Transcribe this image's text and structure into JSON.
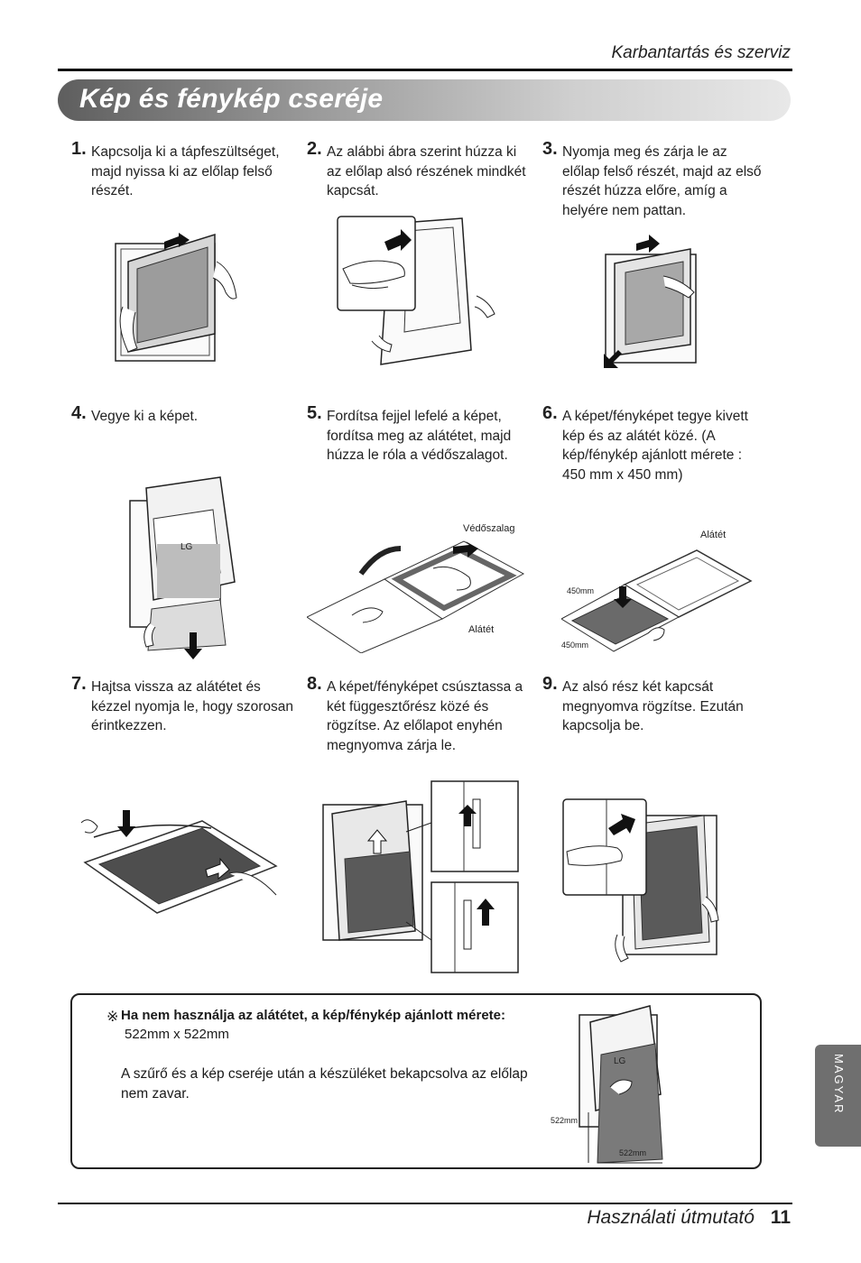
{
  "header": {
    "section": "Karbantartás és szerviz"
  },
  "title": "Kép és fénykép cseréje",
  "steps": [
    {
      "num": "1",
      "text": "Kapcsolja ki a tápfeszültséget, majd nyissa ki az előlap felső részét."
    },
    {
      "num": "2",
      "text": "Az alábbi ábra szerint húzza ki az előlap alsó részének mindkét kapcsát."
    },
    {
      "num": "3",
      "text": "Nyomja meg és zárja le az előlap felső részét, majd az első részét húzza előre, amíg a helyére nem pattan."
    },
    {
      "num": "4",
      "text": "Vegye ki a képet."
    },
    {
      "num": "5",
      "text": "Fordítsa fejjel lefelé a képet, fordítsa meg az alátétet, majd húzza le róla a védőszalagot."
    },
    {
      "num": "6",
      "text": "A képet/fényképet tegye kivett kép és az alátét közé. (A kép/fénykép ajánlott mérete : 450 mm x 450 mm)"
    },
    {
      "num": "7",
      "text": "Hajtsa vissza az alátétet és kézzel nyomja le, hogy szorosan érintkezzen."
    },
    {
      "num": "8",
      "text": "A képet/fényképet csúsztassa a két függesztőrész közé és rögzítse. Az előlapot enyhén megnyomva zárja le."
    },
    {
      "num": "9",
      "text": "Az alsó rész két kapcsát megnyomva rögzítse. Ezután kapcsolja be."
    }
  ],
  "labels": {
    "protective_tape": "Védőszalag",
    "backing_5": "Alátét",
    "backing_6": "Alátét",
    "dim_450_a": "450mm",
    "dim_450_b": "450mm",
    "dim_522_a": "522mm",
    "dim_522_b": "522mm",
    "lg": "LG"
  },
  "note": {
    "mark": "※",
    "heading": "Ha nem használja az alátétet, a kép/fénykép ajánlott mérete:",
    "size": "522mm x 522mm",
    "text": "A szűrő és a kép cseréje után a készüléket bekapcsolva az előlap nem zavar."
  },
  "side_tab": "MAGYAR",
  "footer": {
    "text": "Használati útmutató",
    "page": "11"
  }
}
